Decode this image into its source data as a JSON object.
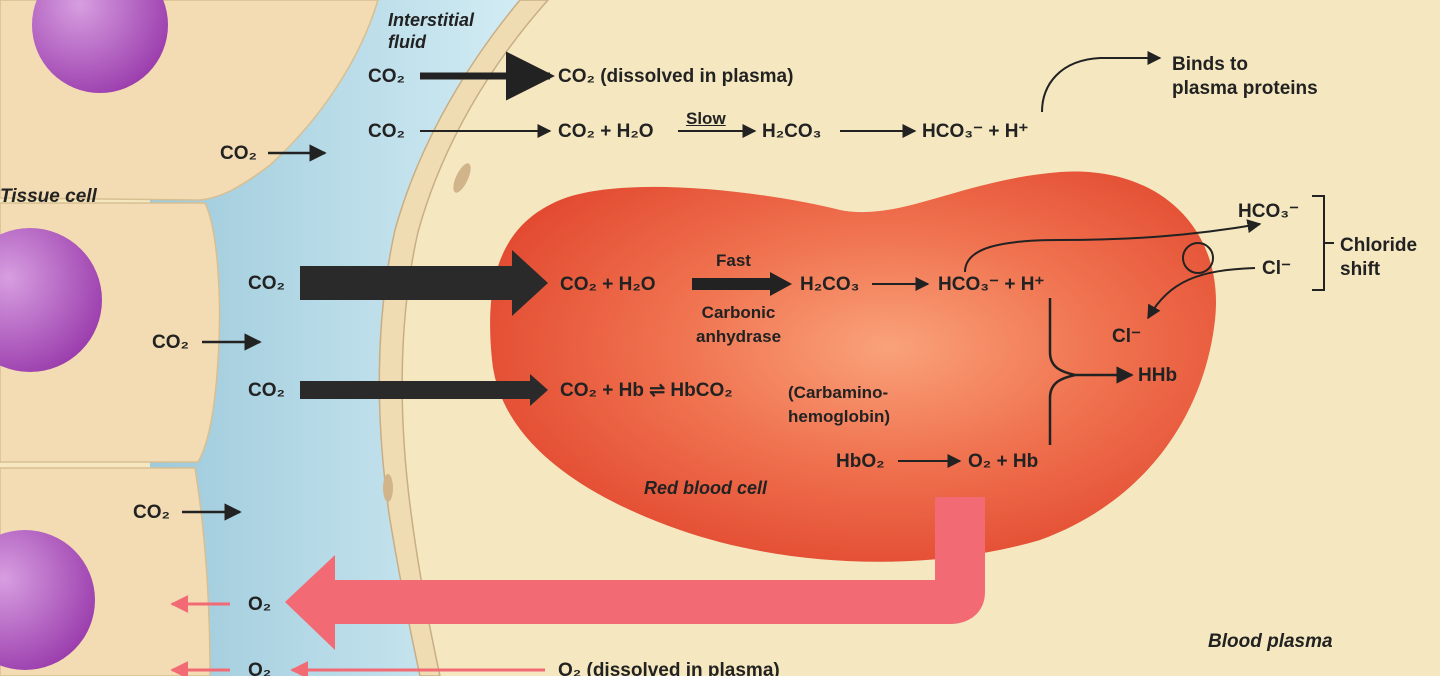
{
  "labels": {
    "interstitial_fluid": "Interstitial\nfluid",
    "tissue_cell": "Tissue cell",
    "red_blood_cell": "Red blood cell",
    "blood_plasma": "Blood plasma",
    "co2": "CO₂",
    "o2": "O₂",
    "co2_dissolved": "CO₂ (dissolved in plasma)",
    "o2_dissolved": "O₂ (dissolved in plasma)",
    "plasma_reaction_left": "CO₂ + H₂O",
    "slow": "Slow",
    "h2co3": "H₂CO₃",
    "hco3_plus_h": "HCO₃⁻  +  H⁺",
    "binds_to_plasma_proteins": "Binds to\nplasma proteins",
    "rbc_reaction_left": "CO₂ + H₂O",
    "fast": "Fast",
    "carbonic_anhydrase": "Carbonic\nanhydrase",
    "hco3": "HCO₃⁻",
    "cl": "Cl⁻",
    "chloride_shift": "Chloride\nshift",
    "hhb": "HHb",
    "carbamino_reaction": "CO₂ + Hb ⇌ HbCO₂",
    "carbaminohemoglobin": "(Carbamino-\nhemoglobin)",
    "hbo2": "HbO₂",
    "o2_plus_hb": "O₂  +  Hb"
  },
  "colors": {
    "background_plasma": "#f5e8c0",
    "tissue_cell": "#f3dcb4",
    "nucleus": "#b45bc0",
    "interstitial_fluid": "#bfe0ec",
    "red_blood_cell": "#ee5a3a",
    "oxygen_arrow": "#f26a74",
    "dark_arrow": "#2a2a2a"
  }
}
